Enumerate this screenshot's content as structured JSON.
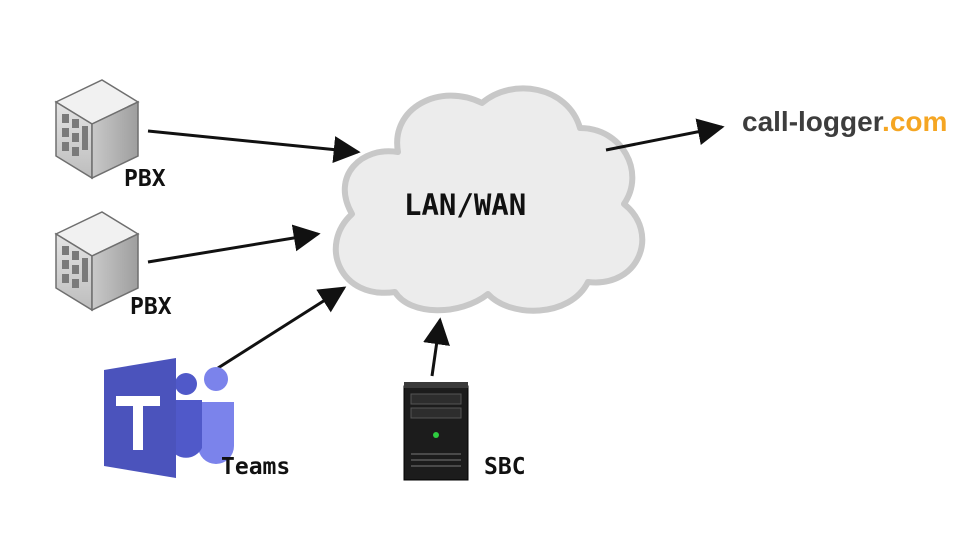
{
  "nodes": {
    "pbx_top": {
      "label": "PBX"
    },
    "pbx_bottom": {
      "label": "PBX"
    },
    "teams": {
      "label": "Teams",
      "icon": "microsoft-teams-icon"
    },
    "sbc": {
      "label": "SBC",
      "icon": "server-icon"
    },
    "cloud": {
      "label": "LAN/WAN"
    }
  },
  "brand": {
    "name": "call-logger",
    "tld": ".com"
  },
  "colors": {
    "teams": "#5059C9",
    "brand_dark": "#3d3d3d",
    "brand_accent": "#F5A623",
    "cloud_fill": "#ececec",
    "cloud_stroke": "#c8c8c8",
    "arrow": "#111111"
  }
}
